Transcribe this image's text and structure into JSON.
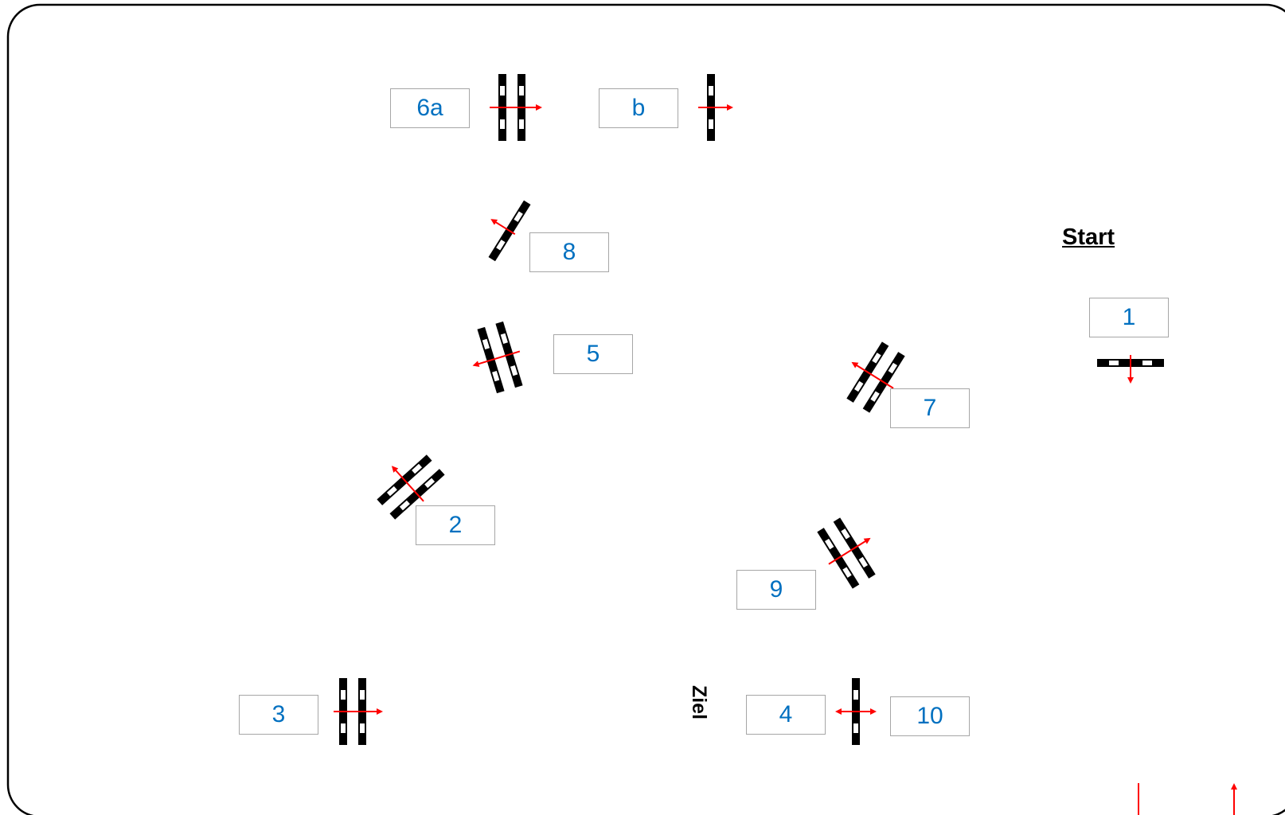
{
  "course": {
    "start_label": "Start",
    "finish_label": "Ziel",
    "boxes": [
      "6a",
      "b",
      "8",
      "5",
      "1",
      "7",
      "2",
      "9",
      "3",
      "4",
      "10"
    ],
    "colors": {
      "label_text": "#0070c0",
      "arrow": "#ff0000",
      "pole": "#000000",
      "box_border": "#a6a6a6"
    }
  }
}
